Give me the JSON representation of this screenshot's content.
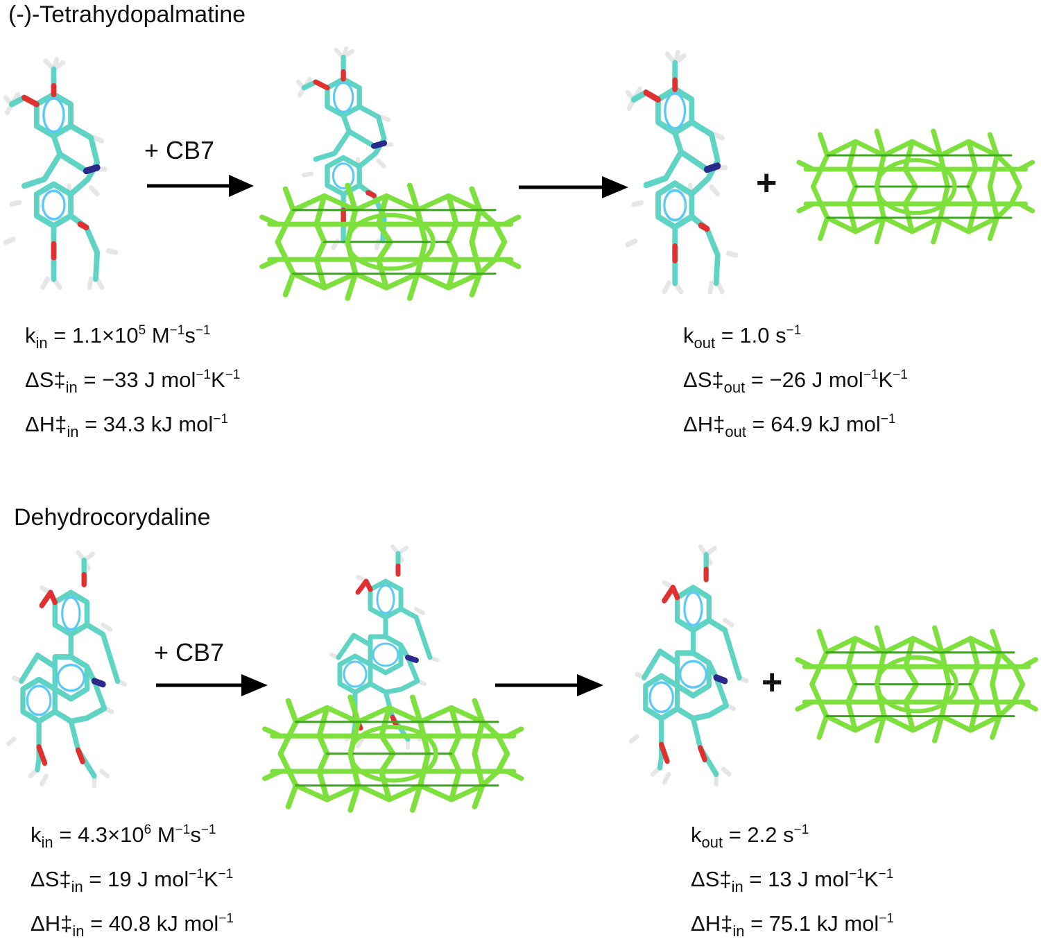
{
  "colors": {
    "carbon": "#5fd3c4",
    "aromatic_ring": "#5cc8f5",
    "hydrogen": "#e6e6e6",
    "oxygen": "#e03030",
    "nitrogen": "#2a2a8a",
    "cb7": "#7ee03c",
    "cb7_edge": "#3aa81a",
    "arrow": "#000000"
  },
  "icons": [
    "reaction-arrow",
    "molecule-3d-model",
    "cucurbituril-host-model"
  ],
  "top": {
    "title": "(-)-Tetrahydopalmatine",
    "reagent": "+ CB7",
    "plus": "+",
    "in": {
      "k_label": "k",
      "k_sub": "in",
      "k_text": " = 1.1×10",
      "k_exp": "5",
      "k_unit_a": " M",
      "k_unit_a_exp": "−1",
      "k_unit_b": "s",
      "k_unit_b_exp": "−1",
      "s_label": "ΔS‡",
      "s_sub": "in",
      "s_text": " = −33 J mol",
      "s_exp1": "−1",
      "s_text2": "K",
      "s_exp2": "−1",
      "h_label": "ΔH‡",
      "h_sub": "in",
      "h_text": " = 34.3 kJ mol",
      "h_exp": "−1"
    },
    "out": {
      "k_label": "k",
      "k_sub": "out",
      "k_text": " = 1.0 s",
      "k_exp": "−1",
      "s_label": "ΔS‡",
      "s_sub": "out",
      "s_text": " = −26 J mol",
      "s_exp1": "−1",
      "s_text2": "K",
      "s_exp2": "−1",
      "h_label": "ΔH‡",
      "h_sub": "out",
      "h_text": " = 64.9 kJ mol",
      "h_exp": "−1"
    }
  },
  "bottom": {
    "title": "Dehydrocorydaline",
    "reagent": "+ CB7",
    "plus": "+",
    "in": {
      "k_label": "k",
      "k_sub": "in",
      "k_text": " = 4.3×10",
      "k_exp": "6",
      "k_unit_a": " M",
      "k_unit_a_exp": "−1",
      "k_unit_b": "s",
      "k_unit_b_exp": "−1",
      "s_label": "ΔS‡",
      "s_sub": "in",
      "s_text": " = 19 J mol",
      "s_exp1": "−1",
      "s_text2": "K",
      "s_exp2": "−1",
      "h_label": "ΔH‡",
      "h_sub": "in",
      "h_text": " = 40.8 kJ mol",
      "h_exp": "−1"
    },
    "out": {
      "k_label": "k",
      "k_sub": "out",
      "k_text": " = 2.2 s",
      "k_exp": "−1",
      "s_label": "ΔS‡",
      "s_sub": "in",
      "s_text": " = 13 J mol",
      "s_exp1": "−1",
      "s_text2": "K",
      "s_exp2": "−1",
      "h_label": "ΔH‡",
      "h_sub": "in",
      "h_text": " = 75.1 kJ mol",
      "h_exp": "−1"
    }
  }
}
